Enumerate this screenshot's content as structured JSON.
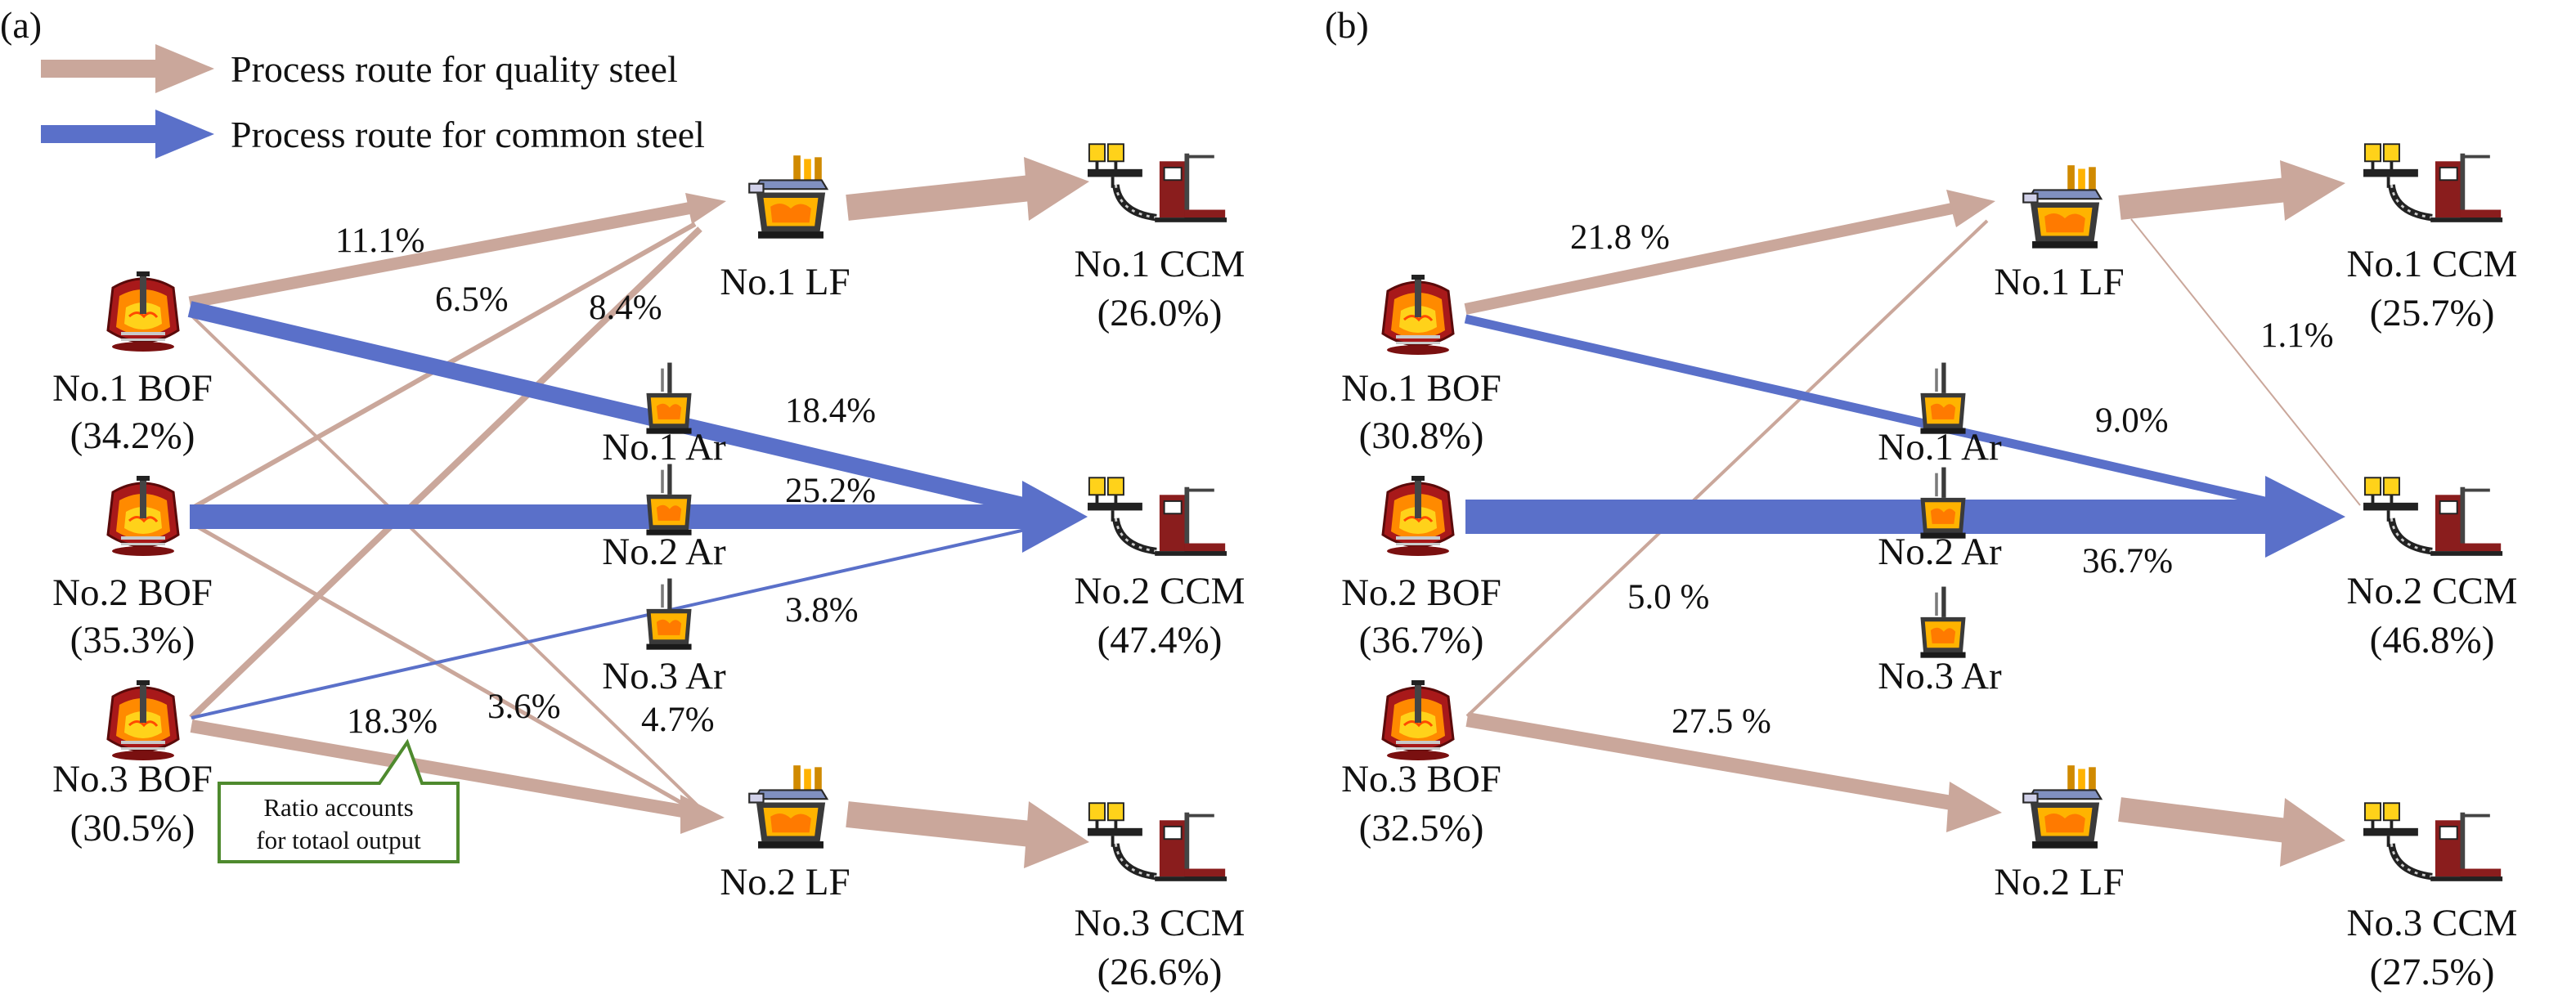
{
  "colors": {
    "quality": "#caa79b",
    "common": "#5a70c9",
    "callout_border": "#4e8a2e",
    "vessel_shell": "#a8191a",
    "vessel_fire": "#ff8a00",
    "vessel_fire_hot": "#ffd21a",
    "ladle_fire": "#ffb300",
    "equipment": "#3a3a3a"
  },
  "legend": {
    "quality": "Process route for quality steel",
    "common": "Process route for common steel"
  },
  "panels": [
    {
      "label": "(a)",
      "nodes": {
        "bof1": {
          "name": "No.1 BOF",
          "ratio": "(34.2%)",
          "icon": "converter-icon"
        },
        "bof2": {
          "name": "No.2 BOF",
          "ratio": "(35.3%)",
          "icon": "converter-icon"
        },
        "bof3": {
          "name": "No.3 BOF",
          "ratio": "(30.5%)",
          "icon": "converter-icon"
        },
        "lf1": {
          "name": "No.1 LF",
          "icon": "ladle-furnace-icon"
        },
        "lf2": {
          "name": "No.2 LF",
          "icon": "ladle-furnace-icon"
        },
        "ar1": {
          "name": "No.1 Ar",
          "icon": "argon-station-icon"
        },
        "ar2": {
          "name": "No.2 Ar",
          "icon": "argon-station-icon"
        },
        "ar3": {
          "name": "No.3 Ar",
          "icon": "argon-station-icon"
        },
        "ccm1": {
          "name": "No.1 CCM",
          "ratio": "(26.0%)",
          "icon": "continuous-caster-icon"
        },
        "ccm2": {
          "name": "No.2 CCM",
          "ratio": "(47.4%)",
          "icon": "continuous-caster-icon"
        },
        "ccm3": {
          "name": "No.3 CCM",
          "ratio": "(26.6%)",
          "icon": "continuous-caster-icon"
        }
      },
      "flow_labels": [
        "11.1%",
        "6.5%",
        "8.4%",
        "18.4%",
        "25.2%",
        "3.8%",
        "18.3%",
        "3.6%",
        "4.7%"
      ],
      "callout": {
        "line1": "Ratio accounts",
        "line2": "for totaol output"
      }
    },
    {
      "label": "(b)",
      "nodes": {
        "bof1": {
          "name": "No.1 BOF",
          "ratio": "(30.8%)",
          "icon": "converter-icon"
        },
        "bof2": {
          "name": "No.2 BOF",
          "ratio": "(36.7%)",
          "icon": "converter-icon"
        },
        "bof3": {
          "name": "No.3 BOF",
          "ratio": "(32.5%)",
          "icon": "converter-icon"
        },
        "lf1": {
          "name": "No.1 LF",
          "icon": "ladle-furnace-icon"
        },
        "lf2": {
          "name": "No.2 LF",
          "icon": "ladle-furnace-icon"
        },
        "ar1": {
          "name": "No.1 Ar",
          "icon": "argon-station-icon"
        },
        "ar2": {
          "name": "No.2 Ar",
          "icon": "argon-station-icon"
        },
        "ar3": {
          "name": "No.3 Ar",
          "icon": "argon-station-icon"
        },
        "ccm1": {
          "name": "No.1 CCM",
          "ratio": "(25.7%)",
          "icon": "continuous-caster-icon"
        },
        "ccm2": {
          "name": "No.2 CCM",
          "ratio": "(46.8%)",
          "icon": "continuous-caster-icon"
        },
        "ccm3": {
          "name": "No.3 CCM",
          "ratio": "(27.5%)",
          "icon": "continuous-caster-icon"
        }
      },
      "flow_labels": [
        "21.8 %",
        "1.1%",
        "9.0%",
        "36.7%",
        "5.0 %",
        "27.5 %"
      ]
    }
  ]
}
